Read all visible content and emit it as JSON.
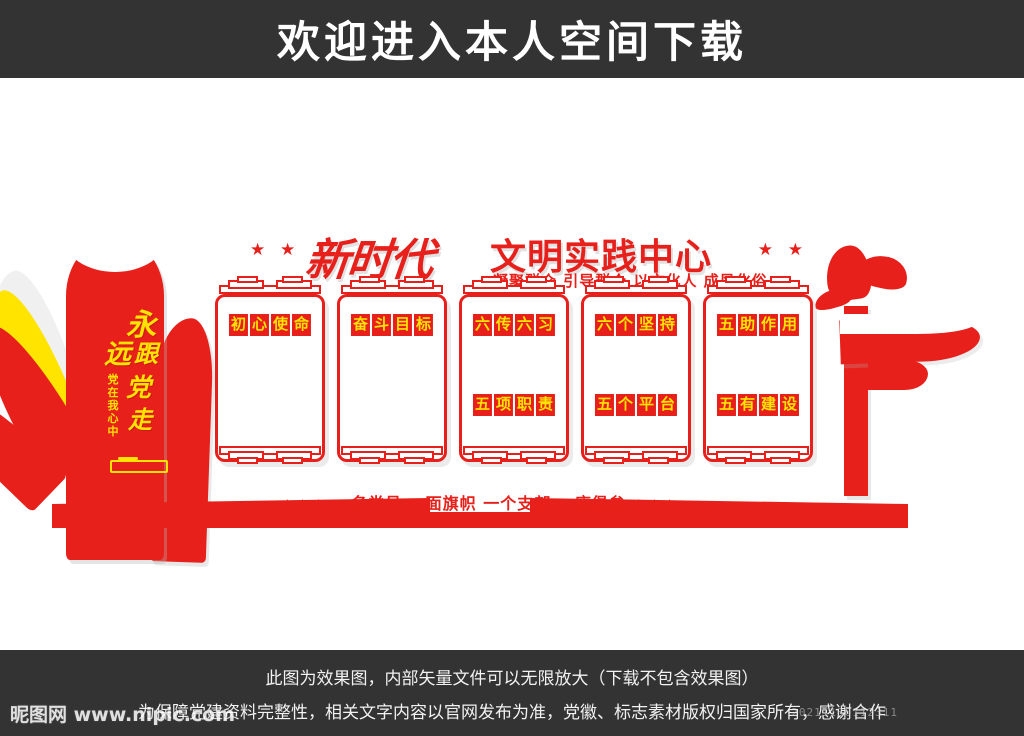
{
  "top_banner": {
    "title": "欢迎进入本人空间下载",
    "background_color": "#333333",
    "text_color": "#ffffff"
  },
  "artwork": {
    "headline": {
      "stars_left": "★ ★",
      "stars_right": "★ ★",
      "title_main": "新时代",
      "title_sub": "文明实践中心",
      "slogan": "凝聚群众 引导群众 以文化人 成风化俗"
    },
    "left_ribbon": {
      "chars": [
        "永",
        "远",
        "跟",
        "党",
        "走"
      ],
      "sub_text": "党在我心中",
      "red": "#E8201B",
      "yellow": "#FFE400"
    },
    "panels": [
      {
        "tag_top": "初心使命",
        "tag_bottom": ""
      },
      {
        "tag_top": "奋斗目标",
        "tag_bottom": ""
      },
      {
        "tag_top": "六传六习",
        "tag_bottom": "五项职责"
      },
      {
        "tag_top": "六个坚持",
        "tag_bottom": "五个平台"
      },
      {
        "tag_top": "五助作用",
        "tag_bottom": "五有建设"
      }
    ],
    "base_bar": {
      "stars_left": "★★★",
      "slogan": "一名党员 一面旗帜 一个支部 一座堡垒",
      "stars_right": "★★★",
      "color": "#E8201B"
    },
    "right_emblem": {
      "name": "calligraphic-hua-emblem",
      "color": "#E8201B"
    }
  },
  "footer": {
    "line_1": "此图为效果图，内部矢量文件可以无限放大（下载不包含效果图）",
    "line_2": "为保障党建资料完整性，相关文字内容以官网发布为准，党徽、标志素材版权归国家所有，感谢合作",
    "background_color": "#333333"
  },
  "watermark": {
    "text": "昵图网 www.nipic.com",
    "code": "20211130112311"
  }
}
